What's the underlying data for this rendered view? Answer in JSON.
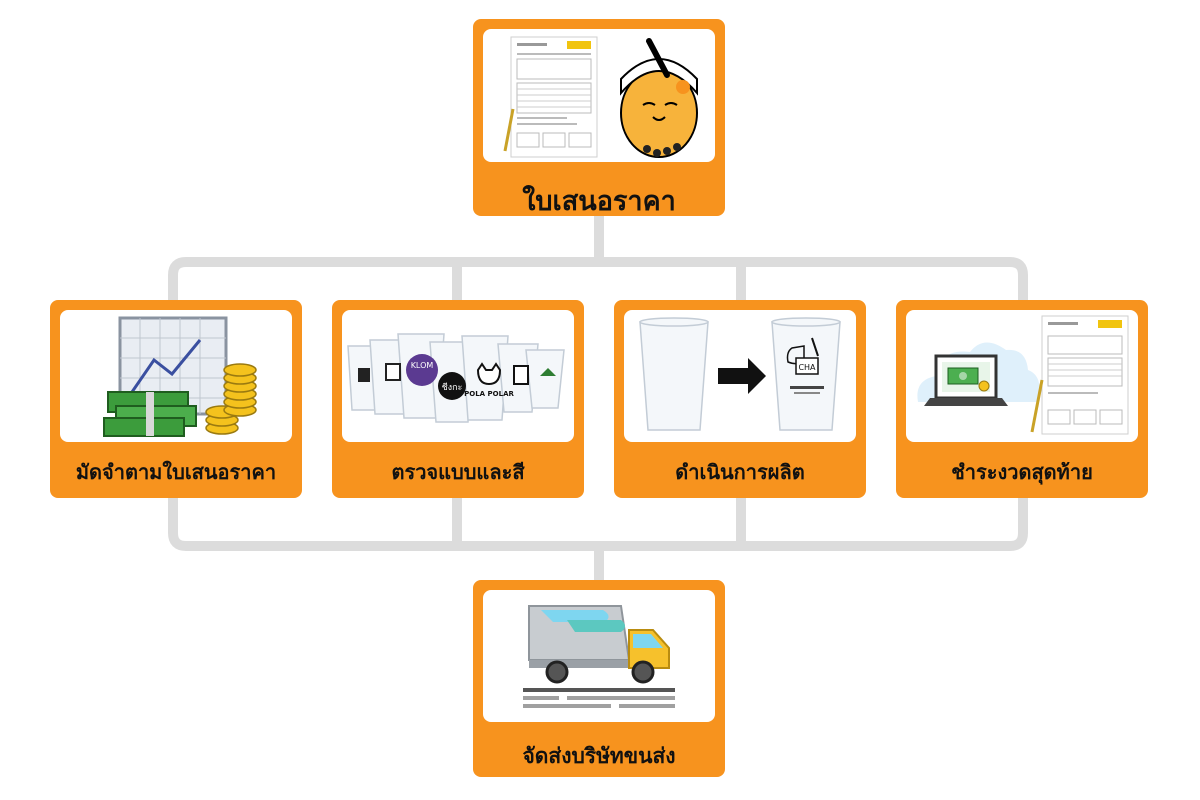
{
  "diagram": {
    "colors": {
      "card": "#f7931e",
      "frame": "#ffffff",
      "connector": "#dcdcdc",
      "text": "#111111"
    },
    "top": {
      "label": "ใบเสนอราคา",
      "icon": "quotation-document-and-bubble-tea-mascot-icon"
    },
    "steps": [
      {
        "label": "มัดจำตามใบเสนอราคา",
        "icon": "money-stack-and-chart-icon"
      },
      {
        "label": "ตรวจแบบและสี",
        "icon": "printed-plastic-cups-icon"
      },
      {
        "label": "ดำเนินการผลิต",
        "icon": "blank-cup-to-printed-cup-icon"
      },
      {
        "label": "ชำระงวดสุดท้าย",
        "icon": "laptop-payment-and-invoice-icon"
      }
    ],
    "bottom": {
      "label": "จัดส่งบริษัทขนส่ง",
      "icon": "delivery-truck-icon"
    },
    "cup_text": {
      "klom": "KLOM",
      "polar": "POLA\nPOLAR",
      "thai_brand": "ชีงกะ",
      "cha": "CHA"
    }
  }
}
